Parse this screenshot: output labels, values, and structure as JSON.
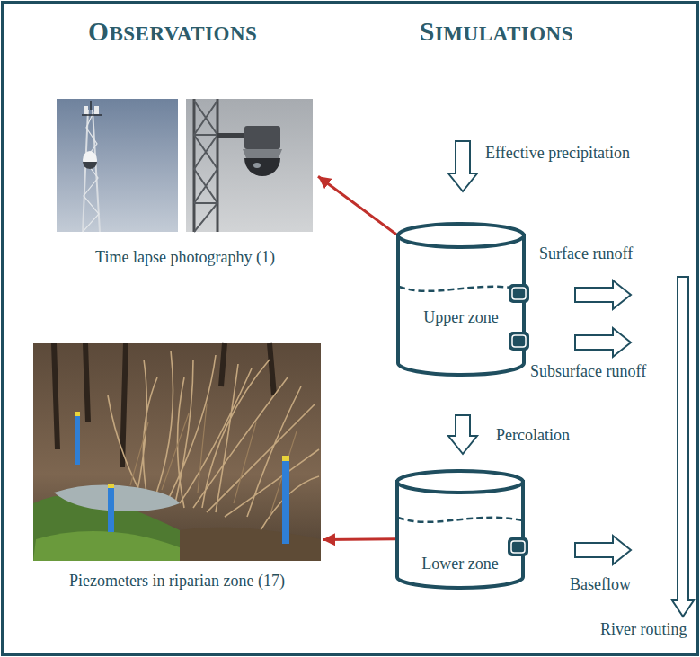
{
  "diagram": {
    "nodes": [
      {
        "text": [
          "Time lapse photography (1)"
        ]
      },
      {
        "text": [
          "Upper zone"
        ]
      },
      {
        "text": [
          "Piezometers in riparian zone (17)"
        ]
      },
      {
        "text": [
          "Lower zone"
        ]
      }
    ],
    "edges": [
      {
        "from": 1,
        "to": 0,
        "arrow": "to"
      },
      {
        "from": 3,
        "to": 2,
        "arrow": "to"
      }
    ],
    "labels": [
      "OBSERVATIONS",
      "SIMULATIONS",
      "Effective precipitation",
      "Surface runoff",
      "Subsurface runoff",
      "Percolation",
      "Baseflow",
      "River routing"
    ]
  }
}
